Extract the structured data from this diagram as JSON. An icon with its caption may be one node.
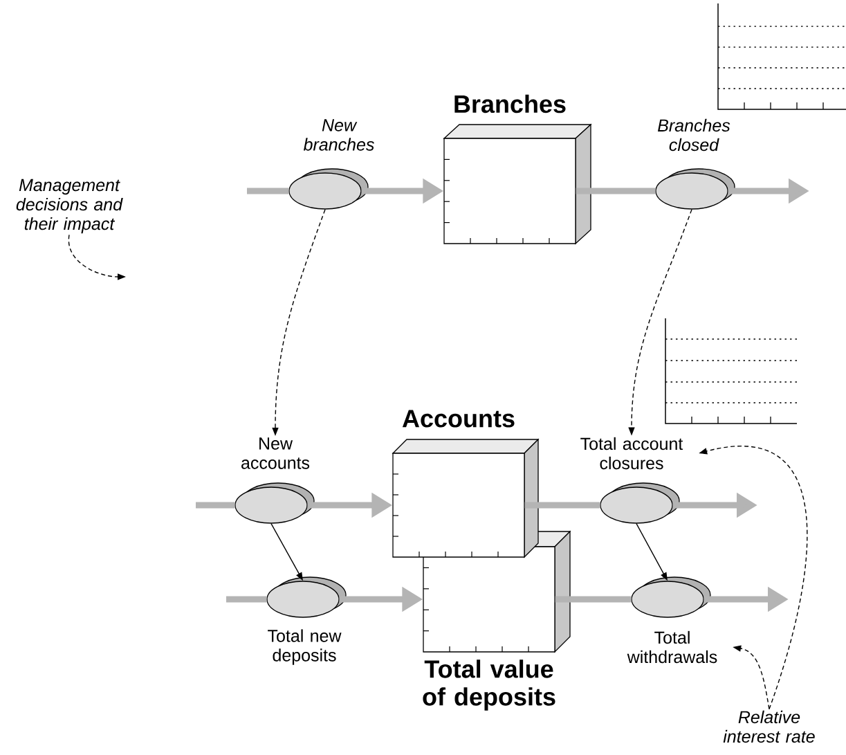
{
  "diagram": {
    "nodes": [
      {
        "text": [
          "Management decisions and their impact"
        ]
      },
      {
        "text": [
          "Branches"
        ]
      },
      {
        "text": [
          "New branches"
        ]
      },
      {
        "text": [],
        "shape": "ellipse"
      },
      {
        "text": [
          "Branches closed"
        ]
      },
      {
        "text": [],
        "shape": "ellipse"
      },
      {
        "text": [
          "Accounts"
        ]
      },
      {
        "text": [
          "New accounts"
        ]
      },
      {
        "text": [],
        "shape": "ellipse"
      },
      {
        "text": [
          "Total account closures"
        ]
      },
      {
        "text": [],
        "shape": "ellipse"
      },
      {
        "text": [
          "Total value of deposits"
        ]
      },
      {
        "text": [],
        "shape": "ellipse"
      },
      {
        "text": [
          "Total new deposits"
        ]
      },
      {
        "text": [],
        "shape": "ellipse"
      },
      {
        "text": [
          "Total withdrawals"
        ]
      },
      {
        "text": [
          "Relative interest rate"
        ]
      }
    ],
    "edges": [
      {
        "from": 0,
        "to": null,
        "arrow": "to",
        "style": "dashed",
        "color": "#000000"
      },
      {
        "from": null,
        "to": 3,
        "arrow": "none"
      },
      {
        "from": 3,
        "to": 1,
        "arrow": "to"
      },
      {
        "from": 1,
        "to": 5,
        "arrow": "none"
      },
      {
        "from": 5,
        "to": null,
        "arrow": "to"
      },
      {
        "from": null,
        "to": 8,
        "arrow": "none"
      },
      {
        "from": 8,
        "to": 6,
        "arrow": "to"
      },
      {
        "from": 6,
        "to": 10,
        "arrow": "none"
      },
      {
        "from": 10,
        "to": null,
        "arrow": "to"
      },
      {
        "from": null,
        "to": 12,
        "arrow": "none"
      },
      {
        "from": 12,
        "to": 11,
        "arrow": "to"
      },
      {
        "from": 11,
        "to": 14,
        "arrow": "none"
      },
      {
        "from": 14,
        "to": null,
        "arrow": "to"
      },
      {
        "from": 3,
        "to": 7,
        "arrow": "to",
        "style": "dashed",
        "color": "#000000"
      },
      {
        "from": 5,
        "to": 9,
        "arrow": "to",
        "style": "dashed",
        "color": "#000000"
      },
      {
        "from": 8,
        "to": 12,
        "arrow": "to",
        "color": "#000000"
      },
      {
        "from": 10,
        "to": 14,
        "arrow": "to",
        "color": "#000000"
      },
      {
        "from": 16,
        "to": 9,
        "arrow": "to",
        "style": "dashed",
        "color": "#000000"
      },
      {
        "from": 16,
        "to": 15,
        "arrow": "to",
        "style": "dashed",
        "color": "#000000"
      }
    ]
  }
}
